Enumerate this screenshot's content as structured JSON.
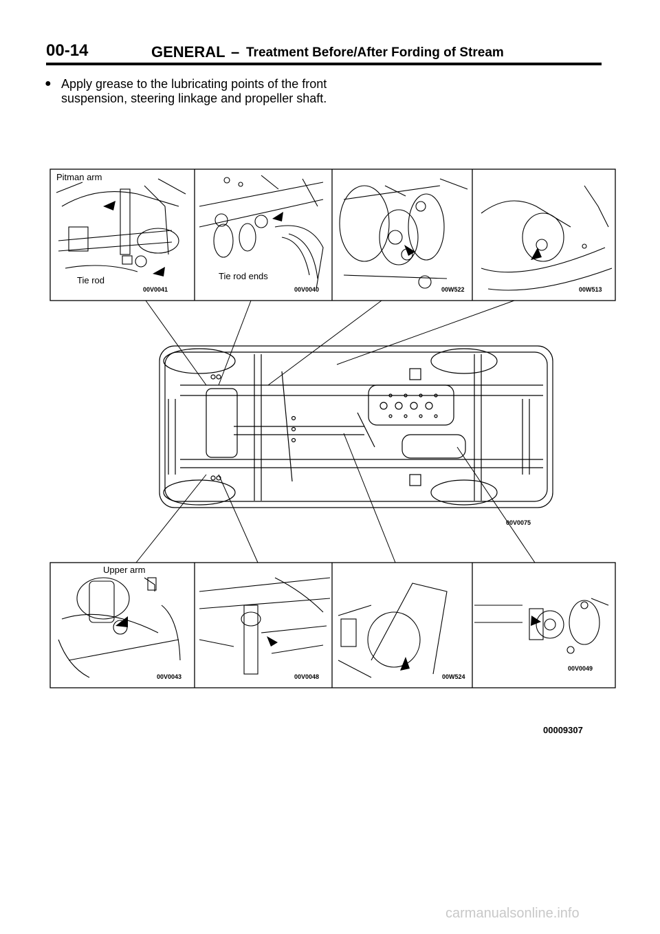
{
  "header": {
    "page_number": "00-14",
    "section": "GENERAL",
    "dash": "–",
    "subtitle": "Treatment Before/After Fording of Stream"
  },
  "instruction": {
    "bullet": "●",
    "text": "Apply grease to the lubricating points of the front suspension, steering linkage and propeller shaft."
  },
  "figure": {
    "top_panels": [
      {
        "labels": [
          "Pitman arm",
          "Tie rod"
        ],
        "code": "00V0041"
      },
      {
        "labels": [
          "Tie rod ends"
        ],
        "code": "00V0040"
      },
      {
        "labels": [],
        "code": "00W522"
      },
      {
        "labels": [],
        "code": "00W513"
      }
    ],
    "chassis_code": "00V0075",
    "bottom_panels": [
      {
        "labels": [
          "Upper arm"
        ],
        "code": "00V0043"
      },
      {
        "labels": [],
        "code": "00V0048"
      },
      {
        "labels": [],
        "code": "00W524"
      },
      {
        "labels": [],
        "code": "00V0049"
      }
    ],
    "figure_number": "00009307"
  },
  "watermark": "carmanualsonline.info"
}
